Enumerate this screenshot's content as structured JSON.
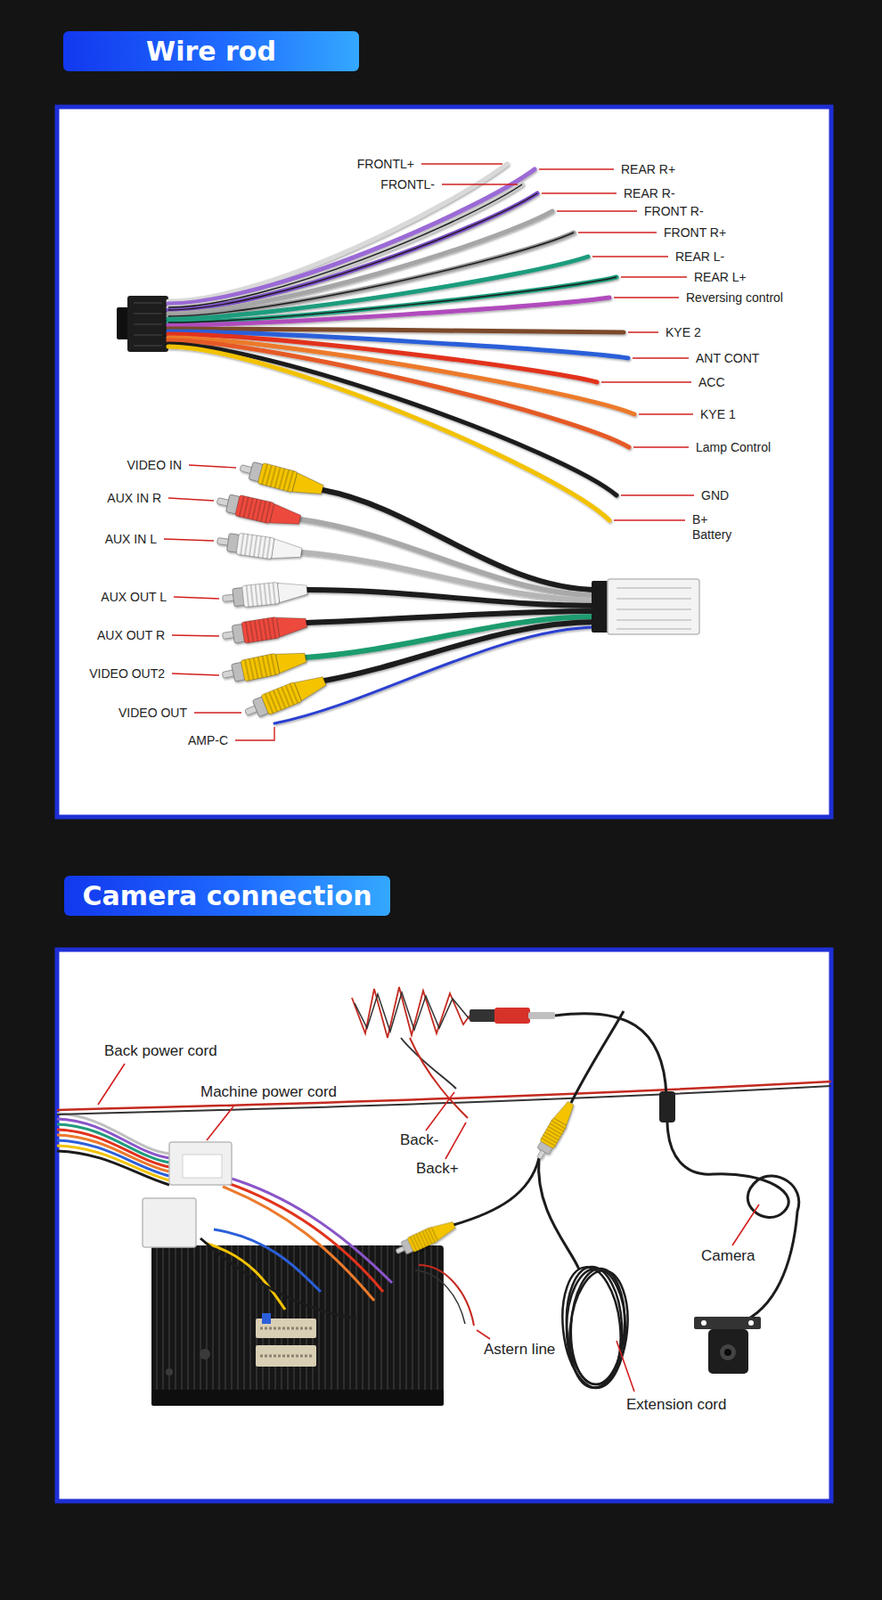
{
  "diagram": {
    "nodes": [
      {
        "text": [
          "Wire rod"
        ]
      },
      {
        "text": [
          "Camera connection"
        ]
      }
    ],
    "labels": [
      "FRONTL+",
      "FRONTL-",
      "REAR R+",
      "REAR R-",
      "FRONT R-",
      "FRONT R+",
      "REAR L-",
      "REAR L+",
      "Reversing control",
      "KYE 2",
      "ANT CONT",
      "ACC",
      "KYE 1",
      "Lamp Control",
      "GND",
      "B+ Battery",
      "VIDEO IN",
      "AUX IN R",
      "AUX IN L",
      "AUX OUT L",
      "AUX OUT R",
      "VIDEO OUT2",
      "VIDEO OUT",
      "AMP-C",
      "Back power cord",
      "Machine power cord",
      "Back-",
      "Back+",
      "Camera",
      "Astern line",
      "Extension cord"
    ]
  }
}
